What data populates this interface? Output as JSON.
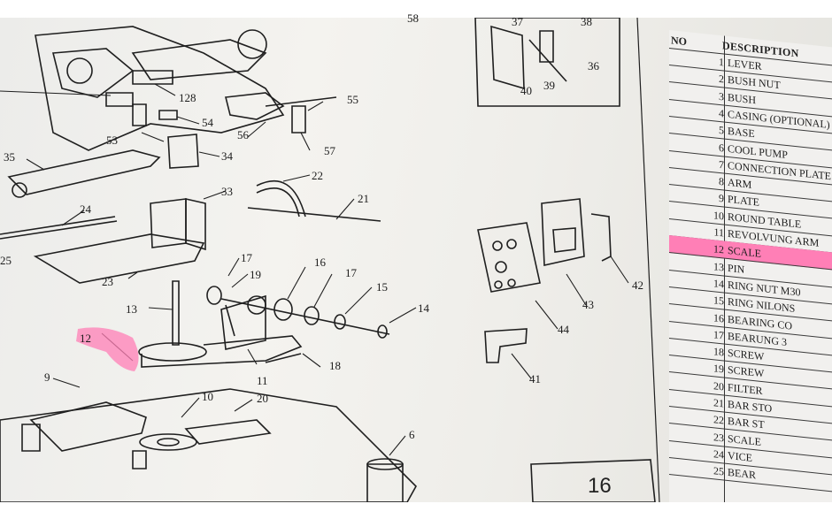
{
  "callouts": [
    "58",
    "37",
    "38",
    "36",
    "39",
    "40",
    "128",
    "55",
    "54",
    "53",
    "56",
    "57",
    "35",
    "34",
    "22",
    "33",
    "21",
    "24",
    "25",
    "17",
    "19",
    "16",
    "17",
    "15",
    "14",
    "23",
    "13",
    "12",
    "11",
    "18",
    "9",
    "10",
    "20",
    "6",
    "42",
    "43",
    "44",
    "41"
  ],
  "page_number": "16",
  "parts_table": {
    "header_no": "NO",
    "header_desc": "DESCRIPTION",
    "rows": [
      {
        "no": "1",
        "desc": "LEVER"
      },
      {
        "no": "2",
        "desc": "BUSH NUT"
      },
      {
        "no": "3",
        "desc": "BUSH"
      },
      {
        "no": "4",
        "desc": "CASING   (OPTIONAL)"
      },
      {
        "no": "5",
        "desc": "BASE"
      },
      {
        "no": "6",
        "desc": "COOL PUMP"
      },
      {
        "no": "7",
        "desc": "CONNECTION PLATE"
      },
      {
        "no": "8",
        "desc": "ARM"
      },
      {
        "no": "9",
        "desc": "PLATE"
      },
      {
        "no": "10",
        "desc": "ROUND TABLE"
      },
      {
        "no": "11",
        "desc": "REVOLVUNG ARM"
      },
      {
        "no": "12",
        "desc": "SCALE",
        "highlight": true
      },
      {
        "no": "13",
        "desc": "PIN"
      },
      {
        "no": "14",
        "desc": "RING NUT M30"
      },
      {
        "no": "15",
        "desc": "RING NILONS"
      },
      {
        "no": "16",
        "desc": "BEARING CO"
      },
      {
        "no": "17",
        "desc": "BEARUNG 3"
      },
      {
        "no": "18",
        "desc": "SCREW"
      },
      {
        "no": "19",
        "desc": "SCREW"
      },
      {
        "no": "20",
        "desc": "FILTER"
      },
      {
        "no": "21",
        "desc": "BAR STO"
      },
      {
        "no": "22",
        "desc": "BAR ST"
      },
      {
        "no": "23",
        "desc": "SCALE"
      },
      {
        "no": "24",
        "desc": "VICE"
      },
      {
        "no": "25",
        "desc": "BEAR"
      }
    ]
  },
  "colors": {
    "highlight": "#ff7fb6",
    "ink": "#1b1b1b",
    "paper": "#f1f0ec"
  }
}
